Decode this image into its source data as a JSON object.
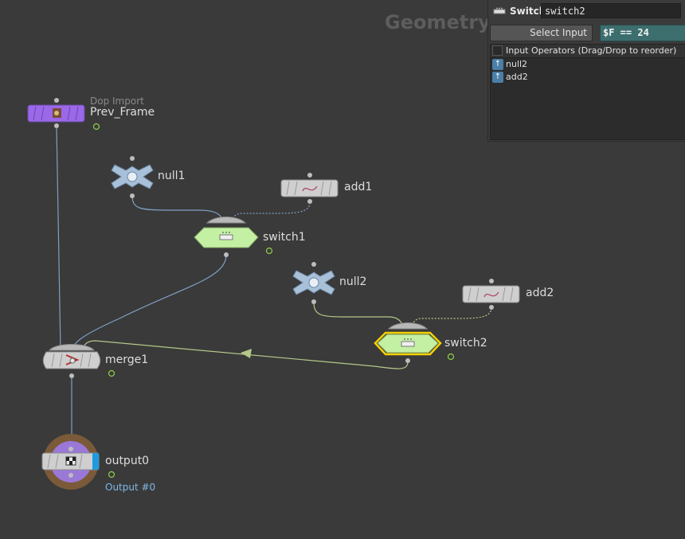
{
  "context_title": "Geometry",
  "nodes": {
    "prev_frame": {
      "type": "Dop Import",
      "name": "Prev_Frame"
    },
    "null1": {
      "name": "null1"
    },
    "add1": {
      "name": "add1"
    },
    "switch1": {
      "name": "switch1"
    },
    "null2": {
      "name": "null2"
    },
    "add2": {
      "name": "add2"
    },
    "switch2": {
      "name": "switch2"
    },
    "merge1": {
      "name": "merge1"
    },
    "output0": {
      "name": "output0",
      "comment": "Output #0"
    }
  },
  "params": {
    "op_type": "Switch",
    "op_name": "switch2",
    "select_input_label": "Select Input",
    "select_input_expr": "$F == 24",
    "list_header": "Input Operators (Drag/Drop to reorder)",
    "inputs": [
      "null2",
      "add2"
    ]
  },
  "colors": {
    "background": "#3a3a3a",
    "wire": "#7f9fc4",
    "selected_wire": "#b4c88a",
    "switch_fill": "#c4f0a4",
    "selected_outline": "#f5d000",
    "dop_import_fill": "#9a68e8"
  }
}
